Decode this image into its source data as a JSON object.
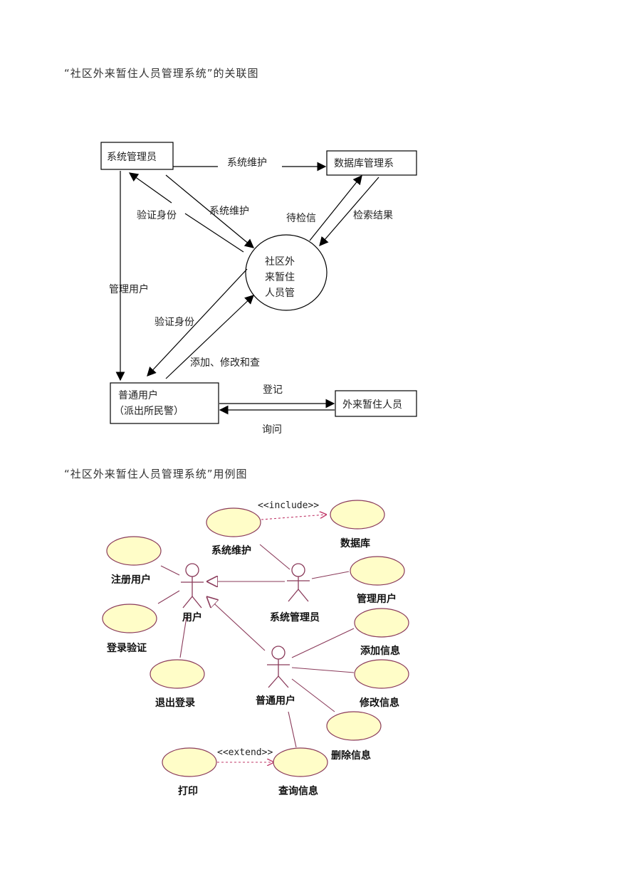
{
  "context_diagram": {
    "heading": "“社区外来暂住人员管理系统”的关联图",
    "entities": {
      "sys_admin": "系统管理员",
      "db_admin": "数据库管理系",
      "normal_user_line1": "普通用户",
      "normal_user_line2": "（派出所民警）",
      "temp_resident": "外来暂住人员"
    },
    "process": {
      "line1": "社区外",
      "line2": "来暂住",
      "line3": "人员管"
    },
    "flows": {
      "sys_maint_top": "系统维护",
      "verify_id_upper": "验证身份",
      "sys_maint_mid": "系统维护",
      "pending_info": "待检信",
      "search_result": "检索结果",
      "manage_users": "管理用户",
      "verify_id_lower": "验证身份",
      "add_modify_query": "添加、修改和查",
      "register": "登记",
      "inquire": "询问"
    }
  },
  "usecase_diagram": {
    "heading": "“社区外来暂住人员管理系统”用例图",
    "actors": {
      "user": "用户",
      "sys_admin": "系统管理员",
      "normal_user": "普通用户"
    },
    "use_cases": {
      "sys_maint": "系统维护",
      "database": "数据库",
      "register_user": "注册用户",
      "manage_users": "管理用户",
      "login_verify": "登录验证",
      "add_info": "添加信息",
      "logout": "退出登录",
      "modify_info": "修改信息",
      "delete_info": "删除信息",
      "print": "打印",
      "query_info": "查询信息"
    },
    "stereotypes": {
      "include": "<<include>>",
      "extend": "<<extend>>"
    }
  }
}
